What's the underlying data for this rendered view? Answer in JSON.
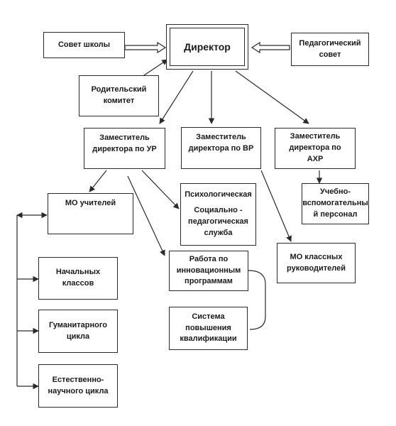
{
  "director": "Директор",
  "school_council": "Совет школы",
  "ped_council": [
    "Педагогический",
    "совет"
  ],
  "parent_committee": [
    "Родительский",
    "комитет"
  ],
  "deputies": {
    "ur": [
      "Заместитель",
      "директора по УР"
    ],
    "vr": [
      "Заместитель",
      "директора по  ВР"
    ],
    "ahr": [
      "Заместитель",
      "директора по",
      "АХР"
    ]
  },
  "mo_teachers": "МО учителей",
  "psych": {
    "l1": "Психологическая",
    "l2": "Социально -",
    "l3": "педагогическая",
    "l4": "служба"
  },
  "innovation": [
    "Работа по",
    "инновационным",
    "программам"
  ],
  "qualification": [
    "Система",
    "повышения",
    "квалификации"
  ],
  "mo_class": [
    "МО классных",
    "руководителей"
  ],
  "support_staff": [
    "Учебно-",
    "вспомогательны",
    "й персонал"
  ],
  "mo_primary": [
    "Начальных",
    "классов"
  ],
  "mo_humanities": [
    "Гуманитарного",
    "цикла"
  ],
  "mo_science": [
    "Естественно-",
    "научного цикла"
  ],
  "colors": {
    "line": "#2a2a2a",
    "background": "#ffffff"
  }
}
